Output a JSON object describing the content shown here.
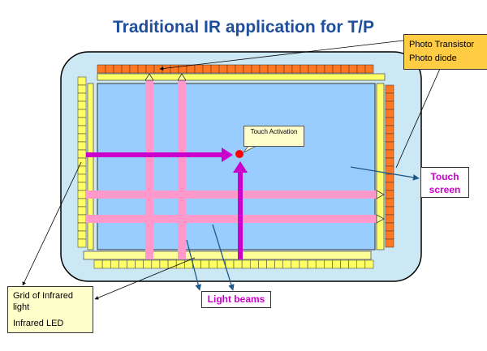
{
  "title": "Traditional IR application for T/P",
  "labels": {
    "photo_transistor": "Photo Transistor",
    "photo_diode": "Photo diode",
    "grid_infrared_light": "Grid of Infrared light",
    "infrared_led": "Infrared LED",
    "touch_screen": "Touch screen",
    "light_beams": "Light beams",
    "touch_activation": "Touch Activation"
  },
  "colors": {
    "title": "#1f4e9c",
    "frame": "#cce8f4",
    "screen": "#99ccff",
    "led": "#ffff66",
    "sensor": "#ff7722",
    "beam": "#ff99cc",
    "active_beam": "#cc00cc",
    "touch_point": "#ff0000",
    "pointer": "#1f5a8a",
    "callout_photo": "#ffcc44",
    "callout_ir": "#ffffcc",
    "callout_text": "#cc00cc"
  },
  "grid": {
    "horizontal_beams": 2,
    "vertical_beams": 2,
    "active_horizontal_beams": 1,
    "active_vertical_beams": 1
  }
}
